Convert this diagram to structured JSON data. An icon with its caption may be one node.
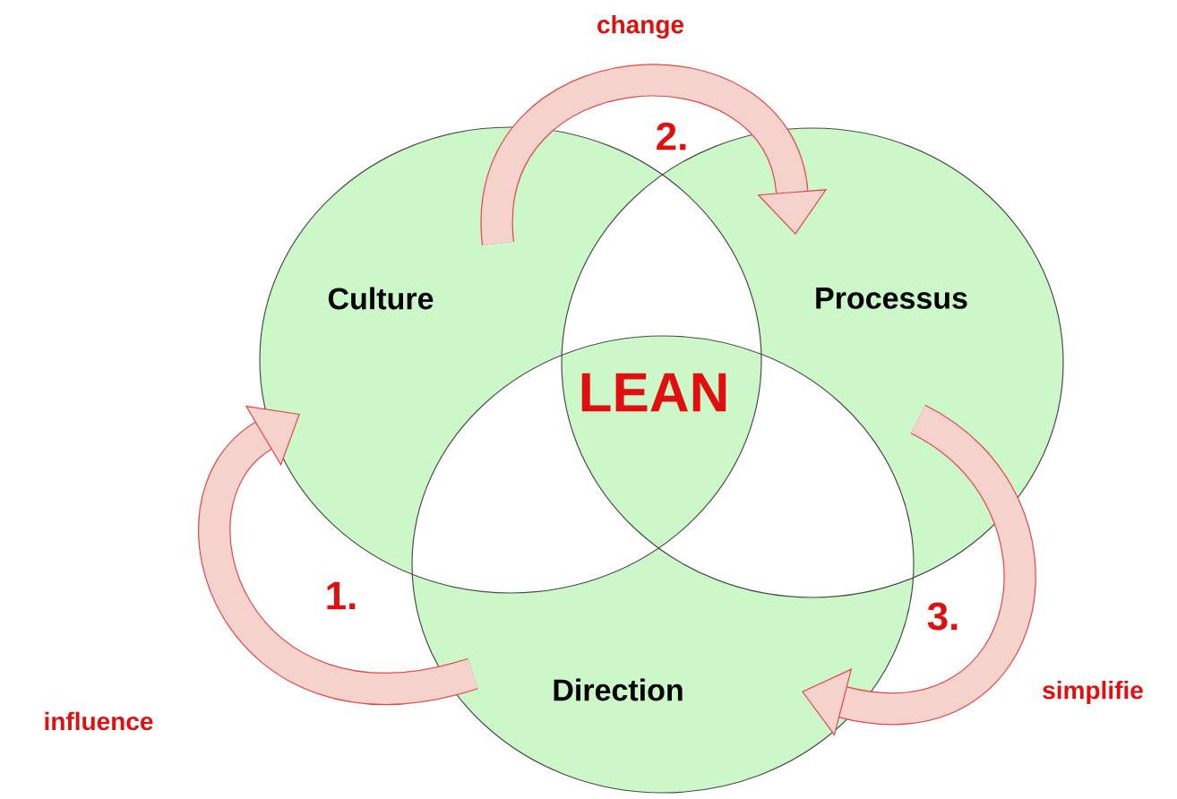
{
  "diagram": {
    "nodes": [
      {
        "text": [
          "Culture"
        ]
      },
      {
        "text": [
          "Processus"
        ]
      },
      {
        "text": [
          "Direction"
        ]
      }
    ],
    "edges": [
      {
        "from": 2,
        "to": 0,
        "arrow": "to",
        "label": "1."
      },
      {
        "from": 0,
        "to": 1,
        "arrow": "to",
        "label": "2."
      },
      {
        "from": 1,
        "to": 2,
        "arrow": "to",
        "label": "3."
      }
    ],
    "labels": [
      "change",
      "LEAN",
      "influence",
      "simplifie"
    ]
  }
}
